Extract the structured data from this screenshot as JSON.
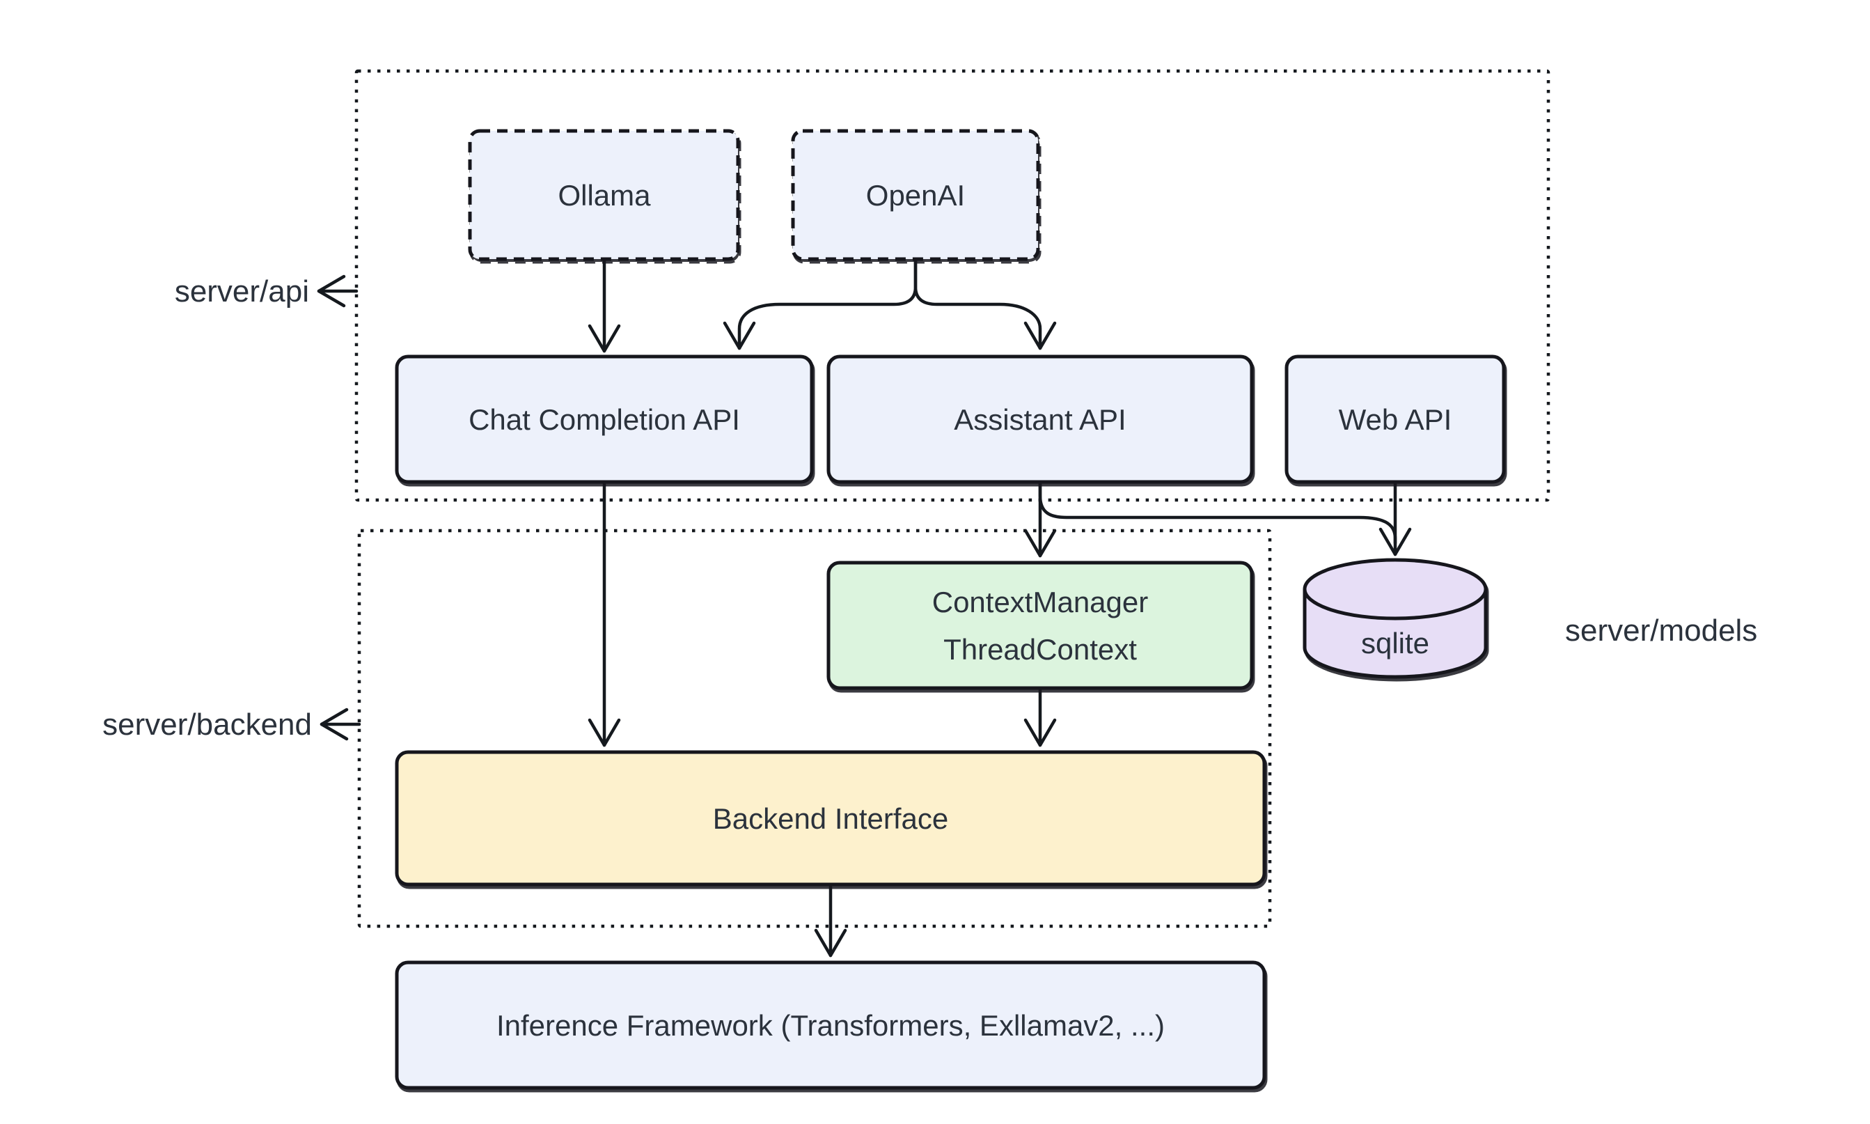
{
  "colors": {
    "background": "#ffffff",
    "stroke": "#15191e",
    "text": "#2b323c",
    "node_blue": "#edf1fb",
    "node_green": "#dcf4de",
    "node_yellow": "#fdf1cd",
    "node_purple": "#e7def6"
  },
  "containers": {
    "server_api": {
      "label": "server/api"
    },
    "server_backend": {
      "label": "server/backend"
    },
    "server_models": {
      "label": "server/models"
    }
  },
  "nodes": {
    "ollama": {
      "label": "Ollama"
    },
    "openai": {
      "label": "OpenAI"
    },
    "chat_completion_api": {
      "label": "Chat Completion API"
    },
    "assistant_api": {
      "label": "Assistant API"
    },
    "web_api": {
      "label": "Web API"
    },
    "context_manager": {
      "line1": "ContextManager",
      "line2": "ThreadContext"
    },
    "sqlite": {
      "label": "sqlite"
    },
    "backend_interface": {
      "label": "Backend Interface"
    },
    "inference_framework": {
      "label": "Inference Framework (Transformers, Exllamav2, ...)"
    }
  },
  "edges": [
    {
      "from": "Ollama",
      "to": "Chat Completion API"
    },
    {
      "from": "OpenAI",
      "to": "Chat Completion API"
    },
    {
      "from": "OpenAI",
      "to": "Assistant API"
    },
    {
      "from": "Assistant API",
      "to": "ContextManager ThreadContext"
    },
    {
      "from": "Assistant API",
      "to": "sqlite"
    },
    {
      "from": "Web API",
      "to": "sqlite"
    },
    {
      "from": "Chat Completion API",
      "to": "Backend Interface"
    },
    {
      "from": "ContextManager ThreadContext",
      "to": "Backend Interface"
    },
    {
      "from": "Backend Interface",
      "to": "Inference Framework (Transformers, Exllamav2, ...)"
    }
  ]
}
